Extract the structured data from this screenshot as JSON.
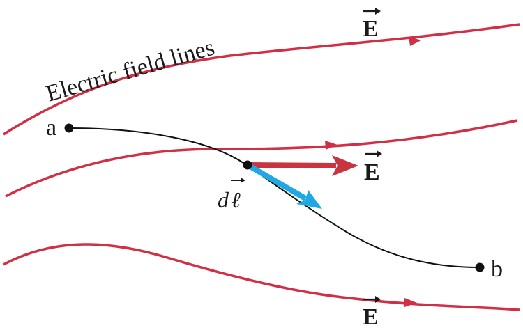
{
  "labels": {
    "field_lines_caption": "Electric field lines",
    "field_vector_top": "E",
    "field_vector_middle": "E",
    "field_vector_bottom": "E",
    "point_a": "a",
    "point_b": "b",
    "displacement_d": "d",
    "displacement_l": "ℓ"
  },
  "colors": {
    "field_line": "#d12f45",
    "field_vector_arrow": "#c8343f",
    "displacement_arrow": "#1fa8e2",
    "path": "#111111",
    "text": "#1a1a1a"
  }
}
